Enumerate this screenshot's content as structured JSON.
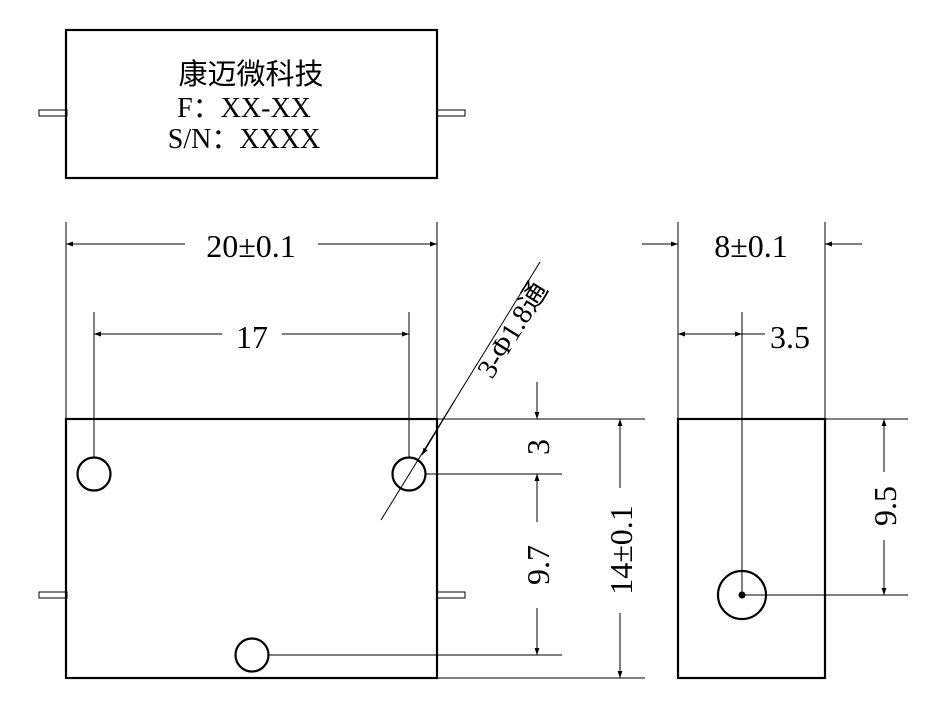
{
  "label": {
    "company": "康迈微科技",
    "model": "F：XX-XX",
    "serial": "S/N：XXXX"
  },
  "dimensions": {
    "width": "20±0.1",
    "pin_spacing": "17",
    "hole_note": "3-Φ1.8通",
    "top_offset": "3",
    "hole_vertical": "9.7",
    "height": "14±0.1",
    "depth": "8±0.1",
    "side_offset": "3.5",
    "side_height": "9.5"
  }
}
